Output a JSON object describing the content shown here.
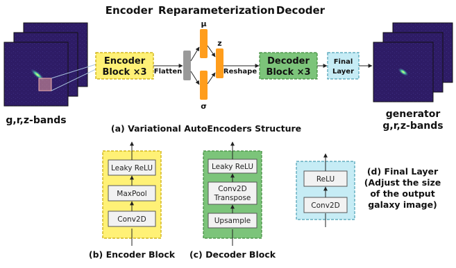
{
  "headers": {
    "encoder": "Encoder",
    "reparam": "Reparameterization",
    "decoder": "Decoder"
  },
  "input_label": "g,r,z-bands",
  "output_label_1": "generator",
  "output_label_2": "g,r,z-bands",
  "encoder_block": {
    "line1": "Encoder",
    "line2": "Block ×3"
  },
  "decoder_block": {
    "line1": "Decoder",
    "line2": "Block ×3"
  },
  "final_block": {
    "line1": "Final",
    "line2": "Layer"
  },
  "flatten": "Flatten",
  "reshape": "Reshape",
  "mu": "μ",
  "sigma": "σ",
  "z": "z",
  "caption_a": "(a) Variational AutoEncoders Structure",
  "enc_detail": {
    "layers": [
      "Leaky ReLU",
      "MaxPool",
      "Conv2D"
    ],
    "caption": "(b) Encoder Block"
  },
  "dec_detail": {
    "layers": [
      "Leaky ReLU",
      "Conv2D",
      "Transpose",
      "Upsample"
    ],
    "caption": "(c) Decoder Block"
  },
  "final_detail": {
    "layers": [
      "ReLU",
      "Conv2D"
    ],
    "caption_lines": [
      "(d) Final Layer",
      "(Adjust the size",
      "of the output",
      "galaxy image)"
    ]
  },
  "colors": {
    "encoder": "#fff176",
    "encoder_border": "#c8a800",
    "decoder": "#7cc47a",
    "decoder_border": "#3f8a3c",
    "final": "#c6ecf5",
    "final_border": "#4a9fb5",
    "orange": "#ff9d1c",
    "gray": "#9a9a9a",
    "image_bg": "#2a1a5e"
  }
}
